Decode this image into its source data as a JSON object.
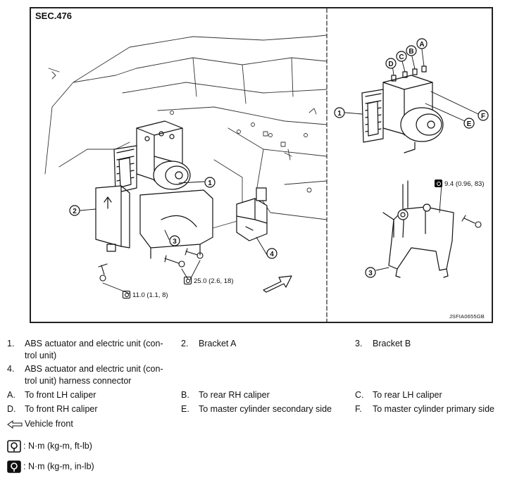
{
  "figure": {
    "section_label": "SEC.476",
    "figure_code": "JSFIA0655GB",
    "torque_main": "11.0 (1.1, 8)",
    "torque_bracket": "25.0 (2.6, 18)",
    "torque_right": "9.4 (0.96, 83)",
    "callouts_left": [
      "1",
      "2",
      "3",
      "4"
    ],
    "callouts_right": [
      "1",
      "3",
      "A",
      "B",
      "C",
      "D",
      "E",
      "F"
    ]
  },
  "legend": {
    "items": [
      {
        "num": "1.",
        "text_line1": "ABS actuator and electric unit (con-",
        "text_line2": "trol unit)"
      },
      {
        "num": "2.",
        "text_line1": "Bracket A",
        "text_line2": ""
      },
      {
        "num": "3.",
        "text_line1": "Bracket B",
        "text_line2": ""
      },
      {
        "num": "4.",
        "text_line1": "ABS actuator and electric unit (con-",
        "text_line2": "trol unit) harness connector"
      },
      {
        "num": "A.",
        "text_line1": "To front LH caliper",
        "text_line2": ""
      },
      {
        "num": "B.",
        "text_line1": "To rear RH caliper",
        "text_line2": ""
      },
      {
        "num": "C.",
        "text_line1": "To rear LH caliper",
        "text_line2": ""
      },
      {
        "num": "D.",
        "text_line1": "To front RH caliper",
        "text_line2": ""
      },
      {
        "num": "E.",
        "text_line1": "To master cylinder secondary side",
        "text_line2": ""
      },
      {
        "num": "F.",
        "text_line1": "To master cylinder primary side",
        "text_line2": ""
      }
    ],
    "vehicle_front": "Vehicle front",
    "torque_nm": ": N·m (kg-m, ft-lb)",
    "torque_nm_inlb": ": N·m (kg-m, in-lb)"
  }
}
